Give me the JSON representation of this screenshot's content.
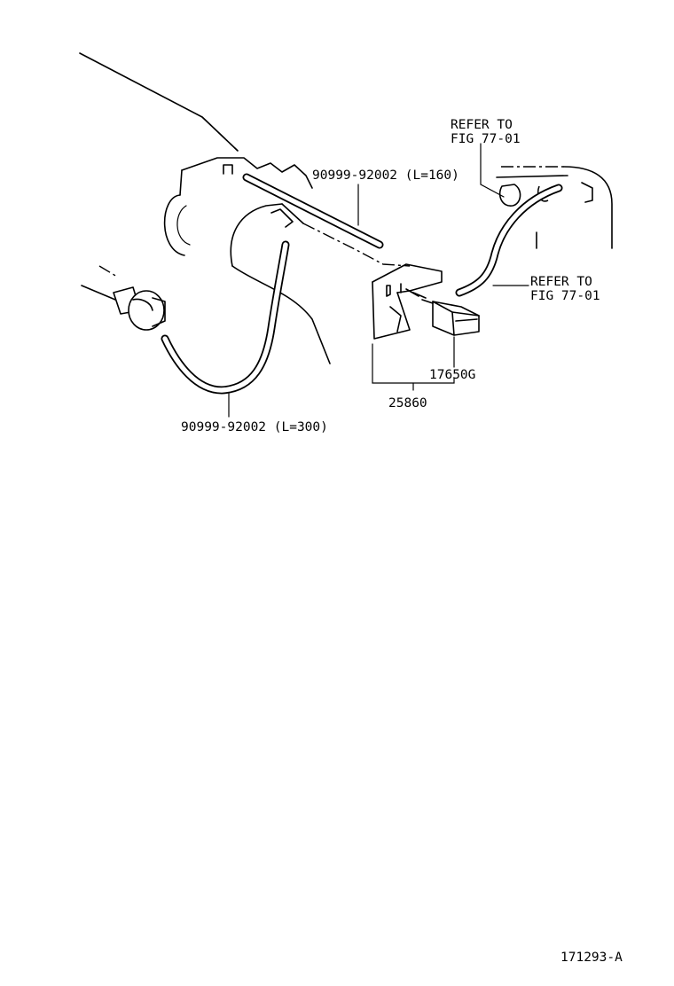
{
  "labels": {
    "hose_upper": "90999-92002 (L=160)",
    "hose_lower": "90999-92002 (L=300)",
    "refer_top_line1": "REFER TO",
    "refer_top_line2": "FIG 77-01",
    "refer_right_line1": "REFER TO",
    "refer_right_line2": "FIG 77-01",
    "part_vsv": "17650G",
    "part_bracket": "25860",
    "figure_id": "171293-A"
  }
}
